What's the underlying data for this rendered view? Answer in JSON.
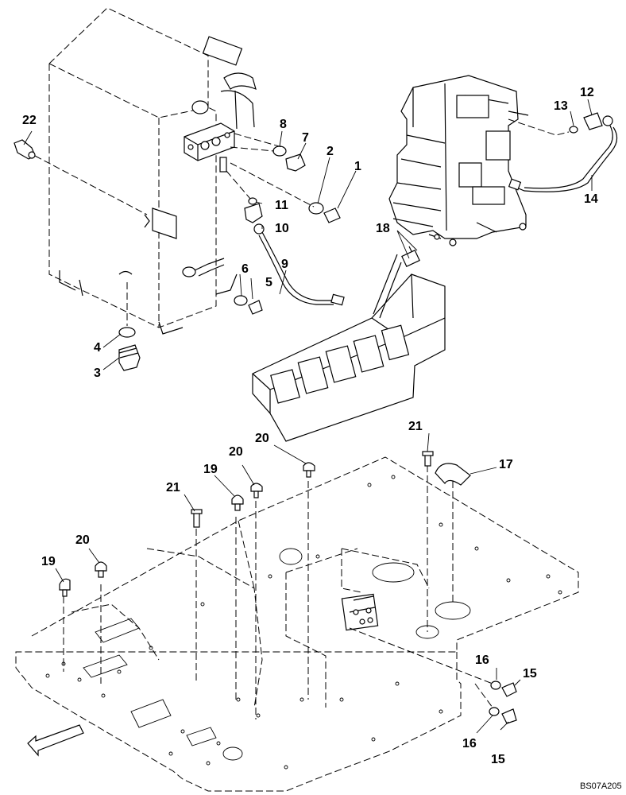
{
  "labels": {
    "p1": "1",
    "p2": "2",
    "p3": "3",
    "p4": "4",
    "p5": "5",
    "p6": "6",
    "p7": "7",
    "p8": "8",
    "p9": "9",
    "p10": "10",
    "p11": "11",
    "p12": "12",
    "p13": "13",
    "p14": "14",
    "p15a": "15",
    "p15b": "15",
    "p16a": "16",
    "p16b": "16",
    "p17": "17",
    "p18": "18",
    "p19a": "19",
    "p19b": "19",
    "p20a": "20",
    "p20b": "20",
    "p20c": "20",
    "p21a": "21",
    "p21b": "21",
    "p22": "22"
  },
  "drawing_code": "BS07A205",
  "icons": {
    "direction": "arrow-front-icon"
  }
}
